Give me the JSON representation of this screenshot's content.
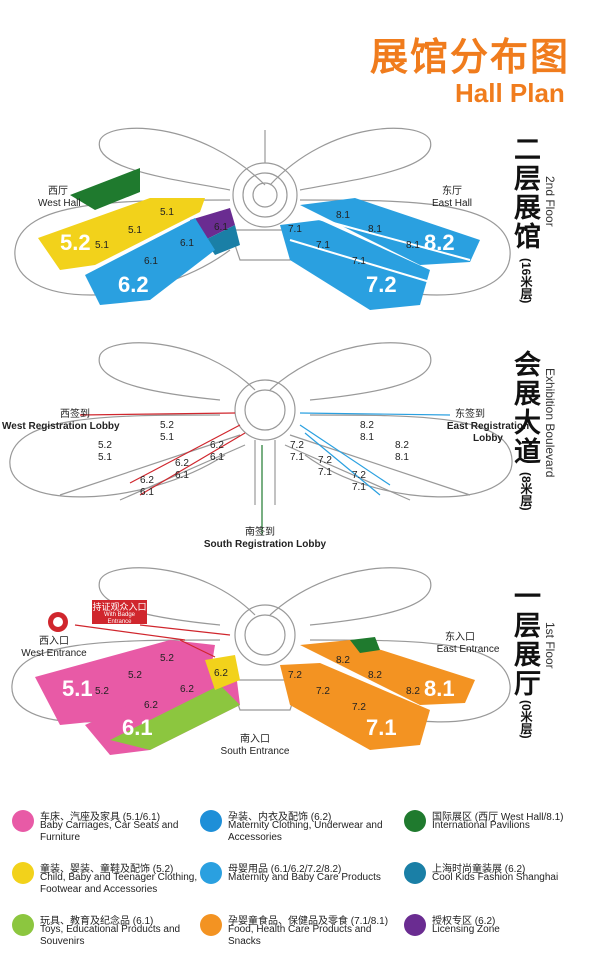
{
  "header": {
    "title_cn": "展馆分布图",
    "title_en": "Hall Plan"
  },
  "floors": {
    "second": {
      "cn": "二层展馆",
      "en": "2nd Floor",
      "height": "(16米层)"
    },
    "boulevard": {
      "cn": "会展大道",
      "en": "Exhibition Boulevard",
      "height": "(8米层)"
    },
    "first": {
      "cn": "一层展厅",
      "en": "1st Floor",
      "height": "(0米层)"
    }
  },
  "map2": {
    "west_hall_cn": "西厅",
    "west_hall_en": "West Hall",
    "east_hall_cn": "东厅",
    "east_hall_en": "East Hall",
    "hall_52": "5.2",
    "hall_62": "6.2",
    "hall_72": "7.2",
    "hall_82": "8.2",
    "tags": [
      "5.1",
      "5.1",
      "5.1",
      "6.1",
      "6.1",
      "6.1",
      "8.1",
      "8.1",
      "8.1",
      "7.1",
      "7.1",
      "7.1"
    ]
  },
  "map_blvd": {
    "west_lobby_cn": "西签到",
    "west_lobby_en": "West Registration Lobby",
    "east_lobby_cn": "东签到",
    "east_lobby_en": "East Registration Lobby",
    "south_lobby_cn": "南签到",
    "south_lobby_en": "South Registration Lobby",
    "west_pairs": [
      "5.2\n5.1",
      "5.2\n5.1",
      "6.2\n6.1",
      "6.2\n6.1",
      "6.2\n6.1"
    ],
    "east_pairs": [
      "8.2\n8.1",
      "8.2\n8.1",
      "7.2\n7.1",
      "7.2\n7.1",
      "7.2\n7.1"
    ]
  },
  "map1": {
    "badge_cn": "持证观众入口",
    "badge_en": "With Badge Entrance",
    "west_ent_cn": "西入口",
    "west_ent_en": "West Entrance",
    "east_ent_cn": "东入口",
    "east_ent_en": "East Entrance",
    "south_ent_cn": "南入口",
    "south_ent_en": "South Entrance",
    "hall_51": "5.1",
    "hall_61": "6.1",
    "hall_71": "7.1",
    "hall_81": "8.1",
    "tags": [
      "5.2",
      "5.2",
      "5.2",
      "6.2",
      "6.2",
      "6.2",
      "8.2",
      "8.2",
      "8.2",
      "7.2",
      "7.2",
      "7.2"
    ]
  },
  "legend": [
    {
      "cn": "车床、汽座及家具 (5.1/6.1)",
      "en": "Baby Carriages, Car Seats and Furniture",
      "color": "#e85aa6",
      "icon": "stroller-icon"
    },
    {
      "cn": "孕装、内衣及配饰 (6.2)",
      "en": "Maternity Clothing, Underwear and Accessories",
      "color": "#1e8fd8",
      "icon": "maternity-icon"
    },
    {
      "cn": "国际展区 (西厅 West Hall/8.1)",
      "en": "International Pavilions",
      "color": "#1f7a2e",
      "icon": "globe-icon"
    },
    {
      "cn": "童装、婴装、童鞋及配饰 (5.2)",
      "en": "Child, Baby and Teenager Clothing, Footwear and Accessories",
      "color": "#f2d21b",
      "icon": "child-clothing-icon"
    },
    {
      "cn": "母婴用品 (6.1/6.2/7.2/8.2)",
      "en": "Maternity and Baby Care Products",
      "color": "#2aa0e0",
      "icon": "baby-care-icon"
    },
    {
      "cn": "上海时尚童装展 (6.2)",
      "en": "Cool Kids Fashion Shanghai",
      "color": "#1a7fa6",
      "icon": "cf-logo-icon"
    },
    {
      "cn": "玩具、教育及纪念品 (6.1)",
      "en": "Toys, Educational Products and Souvenirs",
      "color": "#8cc63f",
      "icon": "toys-icon"
    },
    {
      "cn": "孕婴童食品、保健品及零食 (7.1/8.1)",
      "en": "Food, Health Care Products and Snacks",
      "color": "#f39322",
      "icon": "food-icon"
    },
    {
      "cn": "授权专区 (6.2)",
      "en": "Licensing Zone",
      "color": "#6a2c91",
      "icon": "licensing-icon"
    }
  ]
}
